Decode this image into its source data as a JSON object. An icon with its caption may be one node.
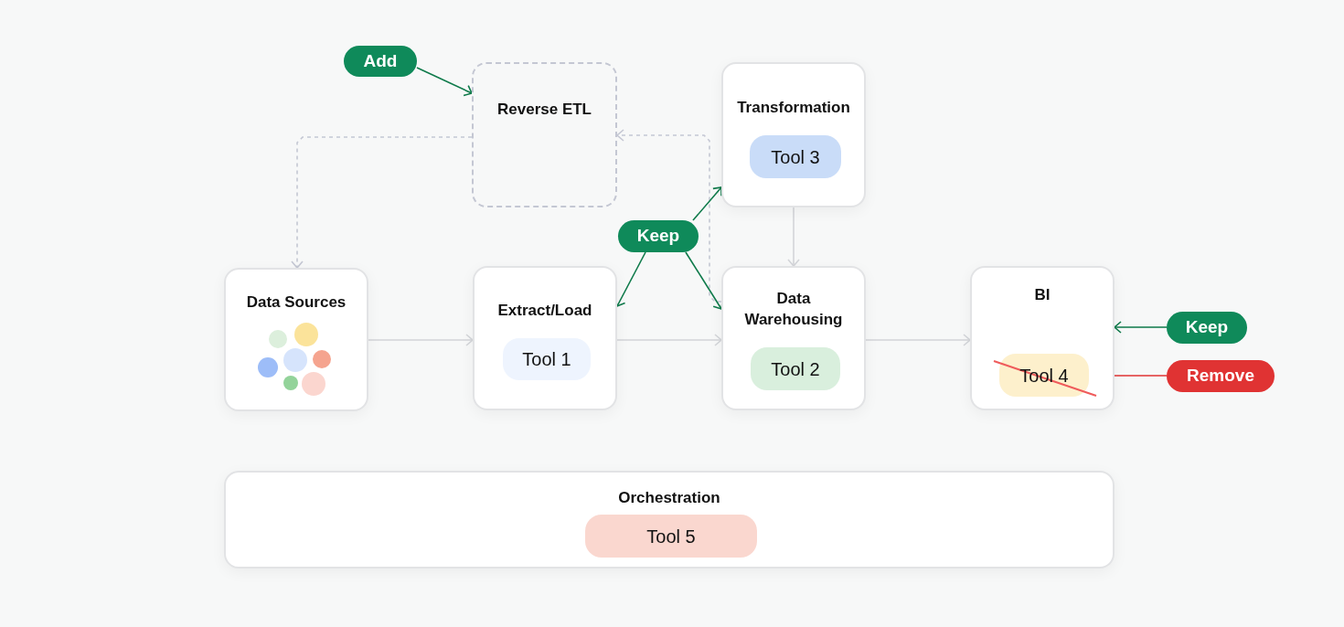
{
  "diagram": {
    "nodes": [
      {
        "text": [
          "Add"
        ]
      },
      {
        "text": [
          "Reverse ETL"
        ]
      },
      {
        "text": [
          "Transformation"
        ]
      },
      {
        "text": [
          "Tool 3"
        ],
        "in": 2
      },
      {
        "text": [
          "Keep"
        ]
      },
      {
        "text": [
          "Data Sources"
        ]
      },
      {
        "text": [
          "Extract/Load"
        ]
      },
      {
        "text": [
          "Tool 1"
        ],
        "in": 6
      },
      {
        "text": [
          "Data Warehousing"
        ]
      },
      {
        "text": [
          "Tool 2"
        ],
        "in": 8
      },
      {
        "text": [
          "BI"
        ]
      },
      {
        "text": [
          "Tool 4"
        ],
        "in": 10
      },
      {
        "text": [
          "Keep"
        ]
      },
      {
        "text": [
          "Remove"
        ]
      },
      {
        "text": [
          "Orchestration"
        ]
      },
      {
        "text": [
          "Tool 5"
        ],
        "in": 14
      }
    ],
    "edges": [
      {
        "from": 0,
        "to": 1,
        "arrow": "to",
        "color": "#0e7a4a"
      },
      {
        "from": 1,
        "to": 5,
        "arrow": "to",
        "style": "dashed",
        "color": "#c4c7d3"
      },
      {
        "from": 8,
        "to": 1,
        "arrow": "to",
        "style": "dashed",
        "color": "#c4c7d3"
      },
      {
        "from": 4,
        "to": 2,
        "arrow": "to",
        "color": "#0e7a4a"
      },
      {
        "from": 4,
        "to": 6,
        "arrow": "to",
        "color": "#0e7a4a"
      },
      {
        "from": 4,
        "to": 8,
        "arrow": "to",
        "color": "#0e7a4a"
      },
      {
        "from": 2,
        "to": 8,
        "arrow": "to",
        "color": "#d3d5d9"
      },
      {
        "from": 5,
        "to": 6,
        "arrow": "to",
        "color": "#d3d5d9"
      },
      {
        "from": 6,
        "to": 8,
        "arrow": "to",
        "color": "#d3d5d9"
      },
      {
        "from": 8,
        "to": 10,
        "arrow": "to",
        "color": "#d3d5d9"
      },
      {
        "from": 12,
        "to": 10,
        "arrow": "to",
        "color": "#0e7a4a"
      },
      {
        "from": 13,
        "to": 11,
        "arrow": "to",
        "color": "#e03333"
      }
    ]
  }
}
